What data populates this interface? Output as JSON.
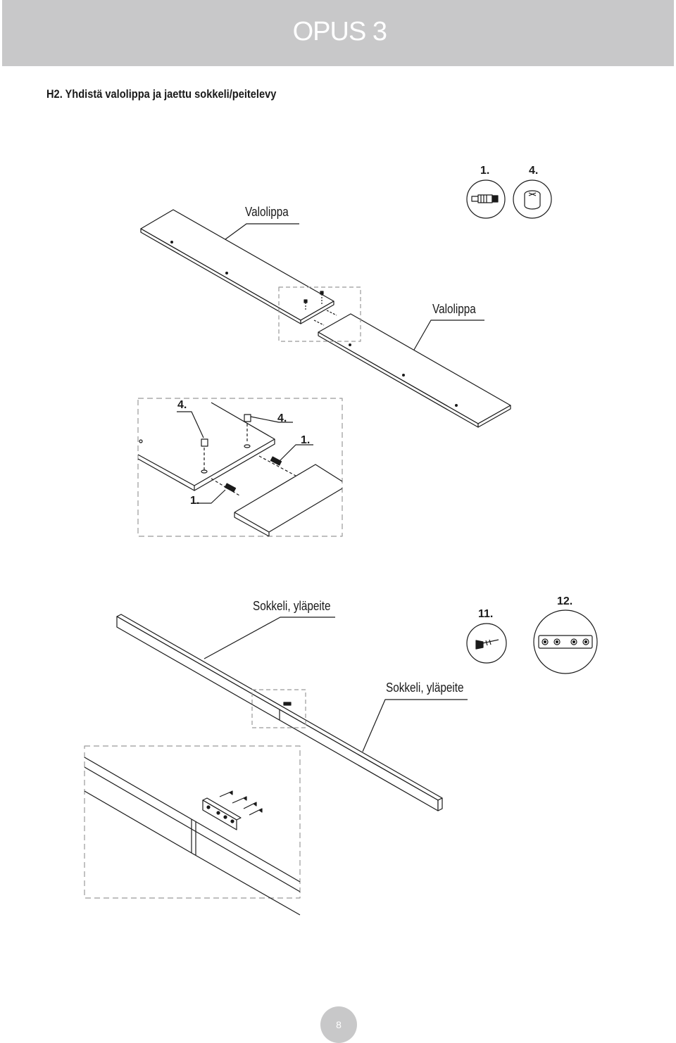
{
  "header": {
    "brand": "OPUS 3"
  },
  "step": {
    "title": "H2. Yhdistä valolippa ja jaettu sokkeli/peitelevy"
  },
  "section_top": {
    "part_label_1": "Valolippa",
    "part_label_2": "Valolippa",
    "hardware": [
      {
        "number": "1."
      },
      {
        "number": "4."
      }
    ],
    "detail_callouts": [
      "4.",
      "4.",
      "1.",
      "1."
    ]
  },
  "section_bottom": {
    "part_label_1": "Sokkeli, yläpeite",
    "part_label_2": "Sokkeli, yläpeite",
    "hardware": [
      {
        "number": "11."
      },
      {
        "number": "12."
      }
    ]
  },
  "footer": {
    "page_number": "8"
  }
}
